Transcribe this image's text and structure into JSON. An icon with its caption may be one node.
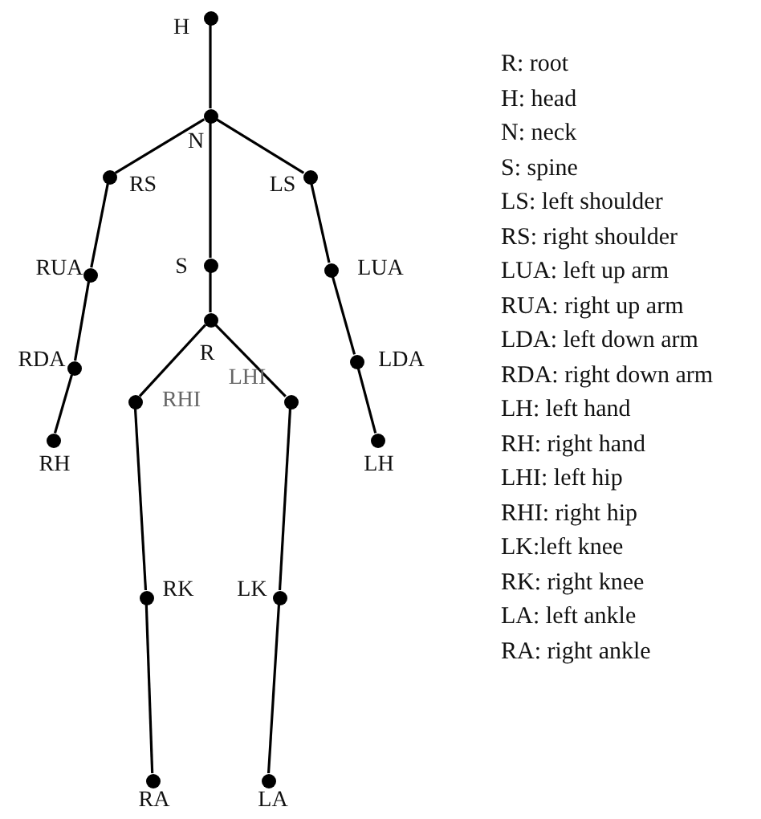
{
  "diagram": {
    "nodes": [
      {
        "text": [],
        "shape": "circle",
        "beside": [
          "H"
        ]
      },
      {
        "text": [],
        "shape": "circle",
        "beside": [
          "N"
        ]
      },
      {
        "text": [],
        "shape": "circle",
        "beside": [
          "RS"
        ]
      },
      {
        "text": [],
        "shape": "circle",
        "beside": [
          "LS"
        ]
      },
      {
        "text": [],
        "shape": "circle",
        "beside": [
          "RUA"
        ]
      },
      {
        "text": [],
        "shape": "circle",
        "beside": [
          "S"
        ]
      },
      {
        "text": [],
        "shape": "circle",
        "beside": [
          "LUA"
        ]
      },
      {
        "text": [],
        "shape": "circle",
        "beside": [
          "R"
        ]
      },
      {
        "text": [],
        "shape": "circle",
        "beside": [
          "RDA"
        ]
      },
      {
        "text": [],
        "shape": "circle",
        "beside": [
          "LDA"
        ]
      },
      {
        "text": [],
        "shape": "circle",
        "beside": [
          "RHI"
        ]
      },
      {
        "text": [],
        "shape": "circle",
        "beside": [
          "LHI"
        ]
      },
      {
        "text": [],
        "shape": "circle",
        "beside": [
          "RH"
        ]
      },
      {
        "text": [],
        "shape": "circle",
        "beside": [
          "LH"
        ]
      },
      {
        "text": [],
        "shape": "circle",
        "beside": [
          "RK"
        ]
      },
      {
        "text": [],
        "shape": "circle",
        "beside": [
          "LK"
        ]
      },
      {
        "text": [],
        "shape": "circle",
        "beside": [
          "RA"
        ]
      },
      {
        "text": [],
        "shape": "circle",
        "beside": [
          "LA"
        ]
      }
    ],
    "edges": [
      {
        "from": 0,
        "to": 1,
        "arrow": "none"
      },
      {
        "from": 1,
        "to": 2,
        "arrow": "none"
      },
      {
        "from": 1,
        "to": 3,
        "arrow": "none"
      },
      {
        "from": 2,
        "to": 4,
        "arrow": "none"
      },
      {
        "from": 4,
        "to": 8,
        "arrow": "none"
      },
      {
        "from": 8,
        "to": 12,
        "arrow": "none"
      },
      {
        "from": 3,
        "to": 6,
        "arrow": "none"
      },
      {
        "from": 6,
        "to": 9,
        "arrow": "none"
      },
      {
        "from": 9,
        "to": 13,
        "arrow": "none"
      },
      {
        "from": 1,
        "to": 5,
        "arrow": "none"
      },
      {
        "from": 5,
        "to": 7,
        "arrow": "none"
      },
      {
        "from": 7,
        "to": 10,
        "arrow": "none"
      },
      {
        "from": 7,
        "to": 11,
        "arrow": "none"
      },
      {
        "from": 10,
        "to": 14,
        "arrow": "none"
      },
      {
        "from": 14,
        "to": 16,
        "arrow": "none"
      },
      {
        "from": 11,
        "to": 15,
        "arrow": "none"
      },
      {
        "from": 15,
        "to": 17,
        "arrow": "none"
      }
    ],
    "labels": [
      "R: root",
      "H: head",
      "N: neck",
      "S: spine",
      "LS: left shoulder",
      "RS: right shoulder",
      "LUA: left up arm",
      "RUA: right up arm",
      "LDA: left down arm",
      "RDA: right down arm",
      "LH: left hand",
      "RH: right hand",
      "LHI: left hip",
      "RHI: right hip",
      "LK:left knee",
      "RK: right knee",
      "LA: left ankle",
      "RA: right ankle"
    ]
  }
}
